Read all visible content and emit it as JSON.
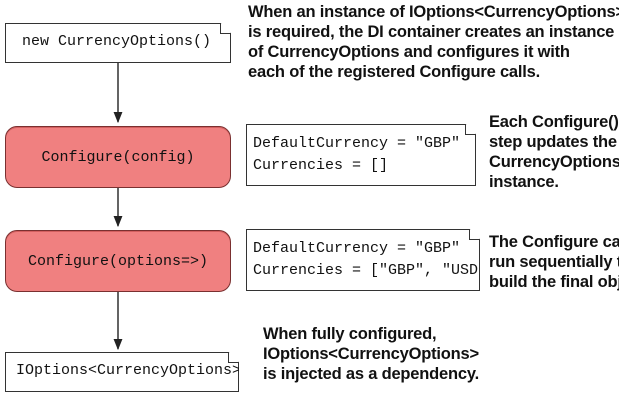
{
  "nodes": {
    "new_instance": "new CurrencyOptions()",
    "configure_config": "Configure(config)",
    "configure_options": "Configure(options=>)",
    "ioptions": "IOptions<CurrencyOptions>"
  },
  "state_after_config": {
    "line1": "DefaultCurrency = \"GBP\"",
    "line2": "Currencies = []"
  },
  "state_after_options": {
    "line1": "DefaultCurrency = \"GBP\"",
    "line2": "Currencies = [\"GBP\", \"USD\"]"
  },
  "notes": {
    "top": [
      "When an instance of IOptions<CurrencyOptions>",
      "is required, the DI container creates an instance",
      "of CurrencyOptions and configures it with",
      "each of the registered Configure calls."
    ],
    "step": [
      "Each Configure()",
      "step updates the",
      "CurrencyOptions",
      "instance."
    ],
    "sequential": [
      "The Configure calls",
      "run sequentially to",
      "build the final object."
    ],
    "bottom": [
      "When fully configured,",
      "IOptions<CurrencyOptions>",
      "is injected as a dependency."
    ]
  }
}
